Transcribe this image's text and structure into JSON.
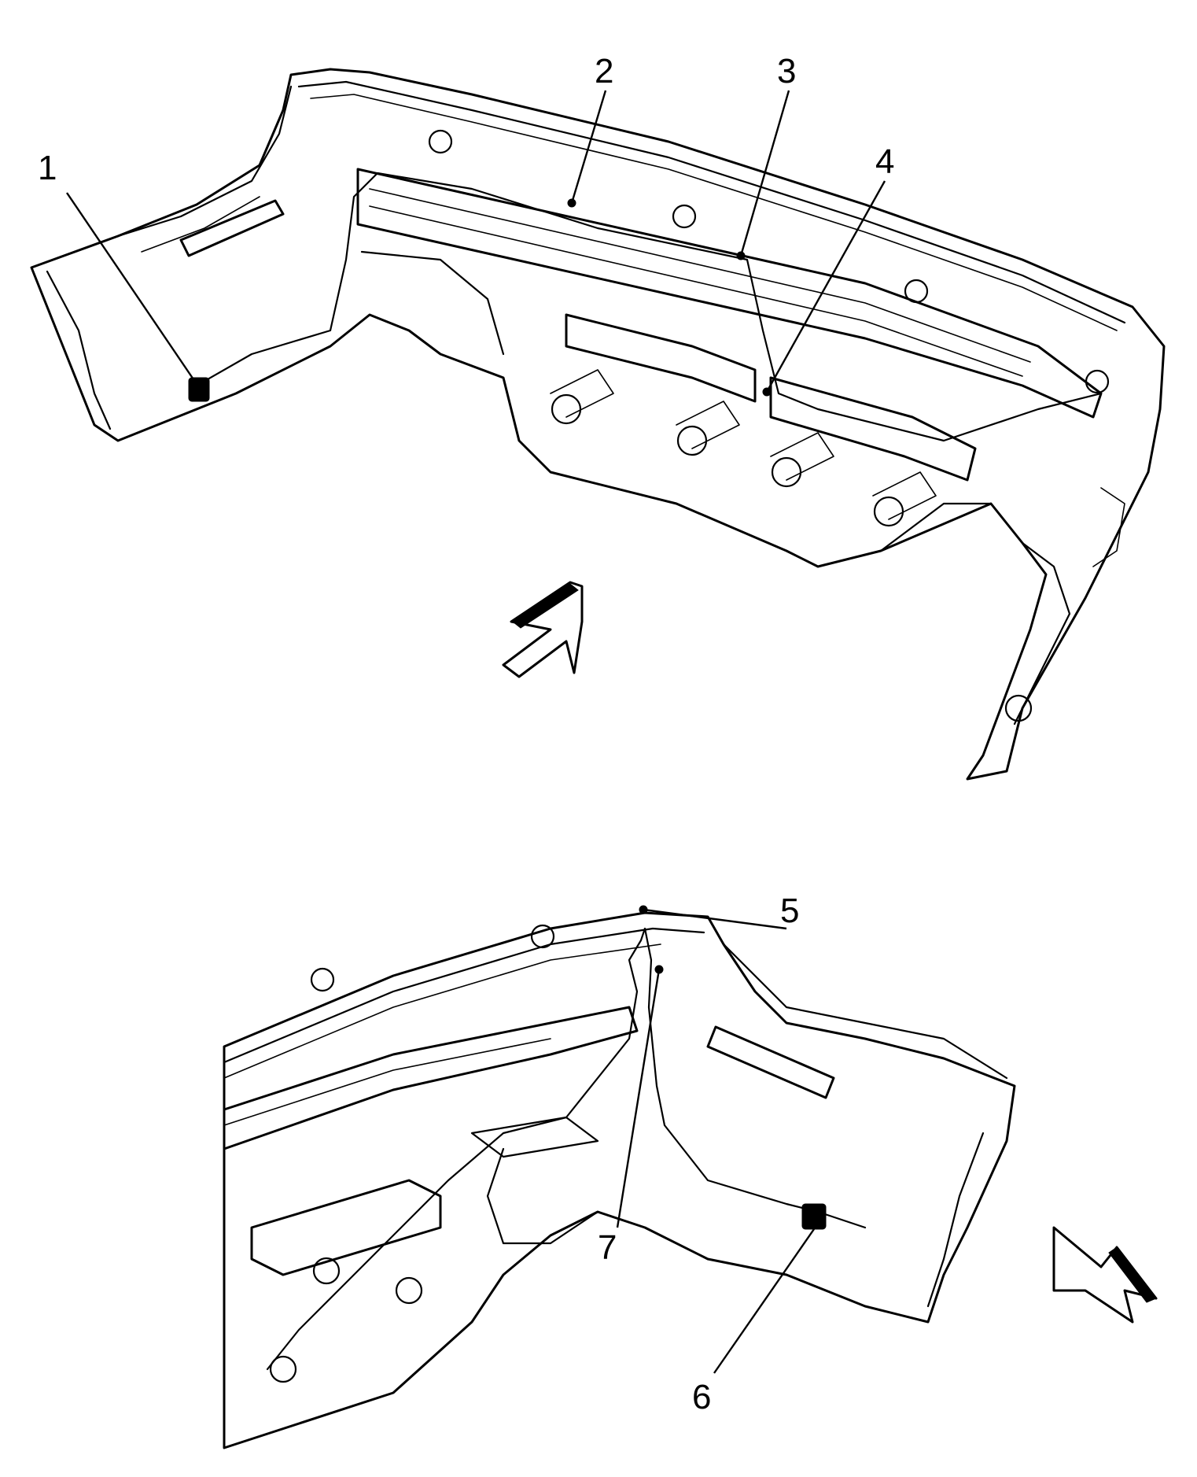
{
  "callouts": [
    {
      "id": "1",
      "label": "1"
    },
    {
      "id": "2",
      "label": "2"
    },
    {
      "id": "3",
      "label": "3"
    },
    {
      "id": "4",
      "label": "4"
    },
    {
      "id": "5",
      "label": "5"
    },
    {
      "id": "6",
      "label": "6"
    },
    {
      "id": "7",
      "label": "7"
    }
  ],
  "icons": {
    "top_direction_arrow": "forward-direction-arrow-icon",
    "bottom_direction_arrow": "forward-direction-arrow-icon"
  },
  "colors": {
    "line": "#000000",
    "background": "#ffffff"
  }
}
